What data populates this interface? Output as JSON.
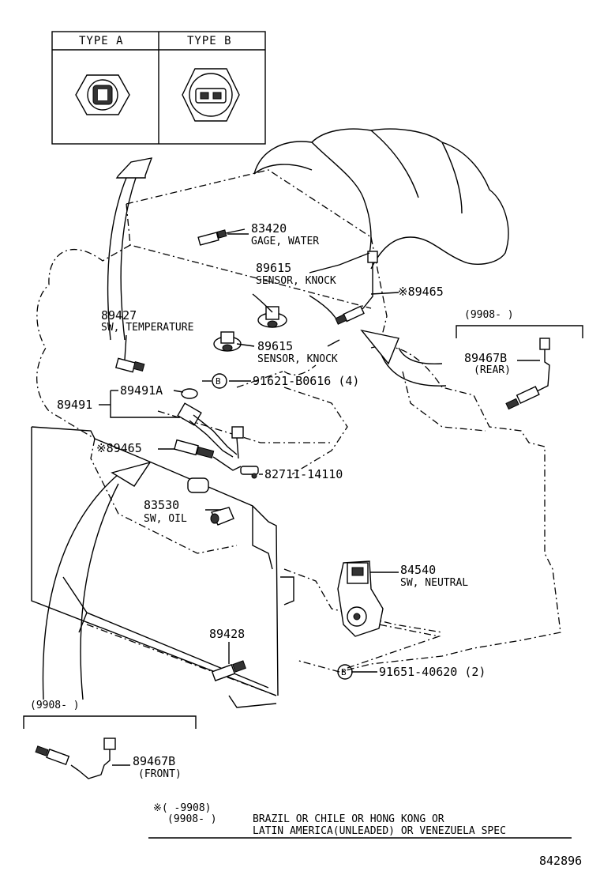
{
  "type_box": {
    "type_a": "TYPE A",
    "type_b": "TYPE B"
  },
  "parts": {
    "p83420": {
      "number": "83420",
      "desc": "GAGE, WATER"
    },
    "p89615a": {
      "number": "89615",
      "desc": "SENSOR, KNOCK"
    },
    "p89615b": {
      "number": "89615",
      "desc": "SENSOR, KNOCK"
    },
    "p89465_upper": {
      "number": "※89465"
    },
    "p89427": {
      "number": "89427",
      "desc": "SW, TEMPERATURE"
    },
    "p89491": {
      "number": "89491"
    },
    "p89491a": {
      "number": "89491A"
    },
    "p91621": {
      "marker": "B",
      "number": "91621-B0616 (4)"
    },
    "p89465_lower": {
      "number": "※89465"
    },
    "p82711": {
      "number": "82711-14110"
    },
    "p83530": {
      "number": "83530",
      "desc": "SW, OIL"
    },
    "p84540": {
      "number": "84540",
      "desc": "SW, NEUTRAL"
    },
    "p89428": {
      "number": "89428"
    },
    "p91651": {
      "marker": "B",
      "number": "91651-40620 (2)"
    },
    "p89467b_rear": {
      "number": "89467B",
      "desc": "(REAR)",
      "period": "(9908-      )"
    },
    "p89467b_front": {
      "number": "89467B",
      "desc": "(FRONT)",
      "period": "(9908-      )"
    }
  },
  "footnote": {
    "line1": "※(      -9908)",
    "line2": "(9908-      )",
    "text1": "BRAZIL OR CHILE OR HONG KONG OR",
    "text2": "LATIN AMERICA(UNLEADED) OR VENEZUELA SPEC"
  },
  "figure_id": "842896"
}
